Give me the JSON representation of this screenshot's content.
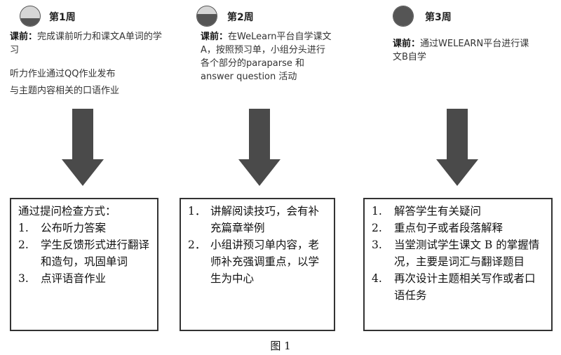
{
  "weeks": [
    {
      "title": "第1周",
      "pre_label": "课前：",
      "pre_text": "完成课前听力和课文A单词的学习",
      "notes": [
        "听力作业通过QQ作业发布",
        "与主题内容相关的口语作业"
      ],
      "box_intro": "通过提问检查方式：",
      "box_items": [
        {
          "num": "1.",
          "text": "公布听力答案"
        },
        {
          "num": "2.",
          "text": "学生反馈形式进行翻译和造句，巩固单词"
        },
        {
          "num": "3.",
          "text": "点评语音作业"
        }
      ]
    },
    {
      "title": "第2周",
      "pre_label": "课前：",
      "pre_text": "在WeLearn平台自学课文A，按照预习单，小组分头进行各个部分的paraparse 和answer question 活动",
      "notes": [],
      "box_intro": "",
      "box_items": [
        {
          "num": "1．",
          "text": "讲解阅读技巧，会有补充篇章举例"
        },
        {
          "num": "2．",
          "text": "小组讲预习单内容，老师补充强调重点，以学生为中心"
        }
      ]
    },
    {
      "title": "第3周",
      "pre_label": "课前：",
      "pre_text": "通过WELEARN平台进行课文B自学",
      "notes": [],
      "box_intro": "",
      "box_items": [
        {
          "num": "1.",
          "text": "解答学生有关疑问"
        },
        {
          "num": "2.",
          "text": "重点句子或者段落解释"
        },
        {
          "num": "3.",
          "text": "当堂测试学生课文 B 的掌握情况，主要是词汇与翻译题目"
        },
        {
          "num": "4.",
          "text": "再次设计主题相关写作或者口语任务"
        }
      ]
    }
  ],
  "caption": "图 1",
  "colors": {
    "arrow": "#4a4a4a",
    "border": "#333333",
    "circle_fill": "#555555",
    "circle_empty": "#d6d6d6"
  },
  "progress": [
    0.4,
    0.6,
    1.0
  ]
}
